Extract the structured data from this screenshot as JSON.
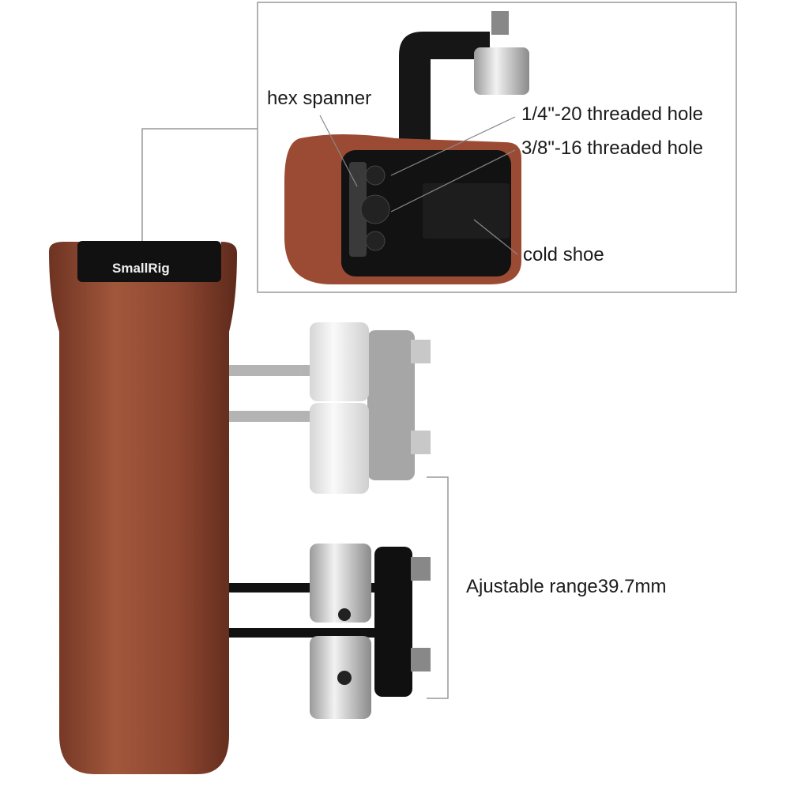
{
  "brand": "SmallRig",
  "callouts": {
    "hex_spanner": "hex spanner",
    "quarter_hole": "1/4\"-20 threaded hole",
    "three_eighths_hole": "3/8\"-16 threaded hole",
    "cold_shoe": "cold shoe",
    "range": "Ajustable range39.7mm"
  },
  "colors": {
    "wood": "#8a4530",
    "metal_black": "#141414",
    "steel": "#c9c9c9"
  }
}
